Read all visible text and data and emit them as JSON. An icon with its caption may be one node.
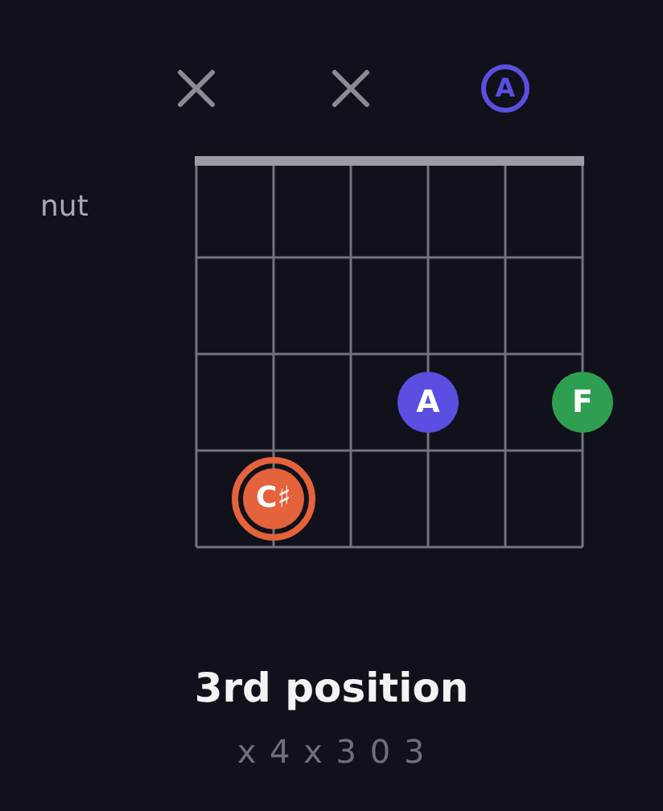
{
  "diagram": {
    "caption": "3rd position",
    "nodes": [
      {
        "text": [
          "A"
        ]
      },
      {
        "text": [
          "A"
        ]
      },
      {
        "text": [
          "F"
        ]
      },
      {
        "text": [
          "C♯"
        ]
      }
    ],
    "labels": [
      "nut",
      "x 4 x 3 0 3"
    ]
  }
}
